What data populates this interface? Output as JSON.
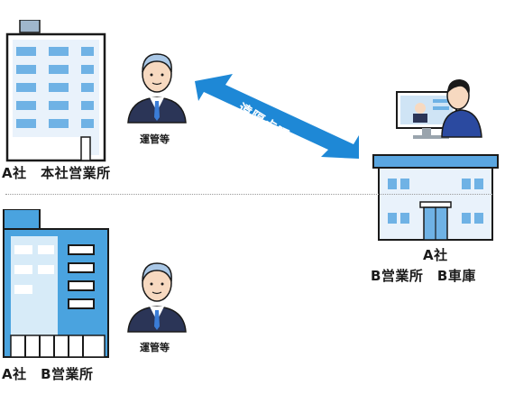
{
  "colors": {
    "building_blue": "#4aa3df",
    "window_blue": "#6fb2e5",
    "roof_blue": "#5aa6e0",
    "outline": "#1a1a1a",
    "suit_navy": "#2b3557",
    "skin": "#f7d9c0",
    "hair": "#a9c7e6",
    "arrow_blue": "#1e88d6",
    "divider": "#9a9a9a"
  },
  "labels": {
    "head_office": "A社　本社営業所",
    "b_office_left": "A社　B営業所",
    "right_company": "A社",
    "right_locations": "B営業所　B車庫",
    "operator_top": "運管等",
    "operator_bottom": "運管等",
    "arrow_text": "遠隔点呼"
  },
  "icons": [
    "office-building-icon",
    "operator-person-icon",
    "double-arrow-icon",
    "garage-building-icon",
    "computer-monitor-icon",
    "driver-person-icon"
  ]
}
